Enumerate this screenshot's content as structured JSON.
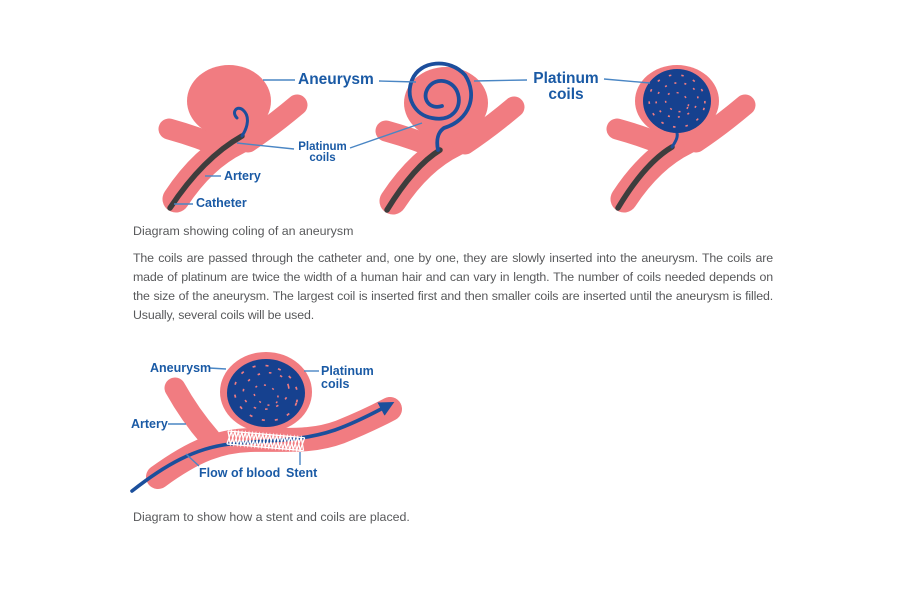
{
  "colors": {
    "artery_pink": "#F17C81",
    "coil_ball_navy": "#16418F",
    "coil_wire_blue": "#1C4E9C",
    "label_blue": "#1A5AA5",
    "connector_line_blue": "#4A86C4",
    "catheter_dark": "#3D3D3D",
    "body_text_gray": "#58595B",
    "background": "#FFFFFF"
  },
  "coiling_figure": {
    "aneurysm_label": "Aneurysm",
    "platinum_coils_label_small": "Platinum coils",
    "platinum_coils_label_bold": "Platinum coils",
    "artery_label": "Artery",
    "catheter_label": "Catheter",
    "caption": "Diagram showing coling of an aneurysm"
  },
  "body_paragraph": "The coils are passed through the catheter and, one by one, they are slowly inserted into the aneurysm. The coils are made of platinum are twice the width of a human hair and can vary in length. The number of coils needed depends on the size of the aneurysm. The largest coil is inserted first and then smaller coils are inserted until the aneurysm is filled. Usually, several coils will be used.",
  "stent_figure": {
    "aneurysm_label": "Aneurysm",
    "platinum_coils_label": "Platinum coils",
    "artery_label": "Artery",
    "flow_of_blood_label": "Flow of blood",
    "stent_label": "Stent",
    "caption": "Diagram to show how a stent and coils are placed."
  }
}
